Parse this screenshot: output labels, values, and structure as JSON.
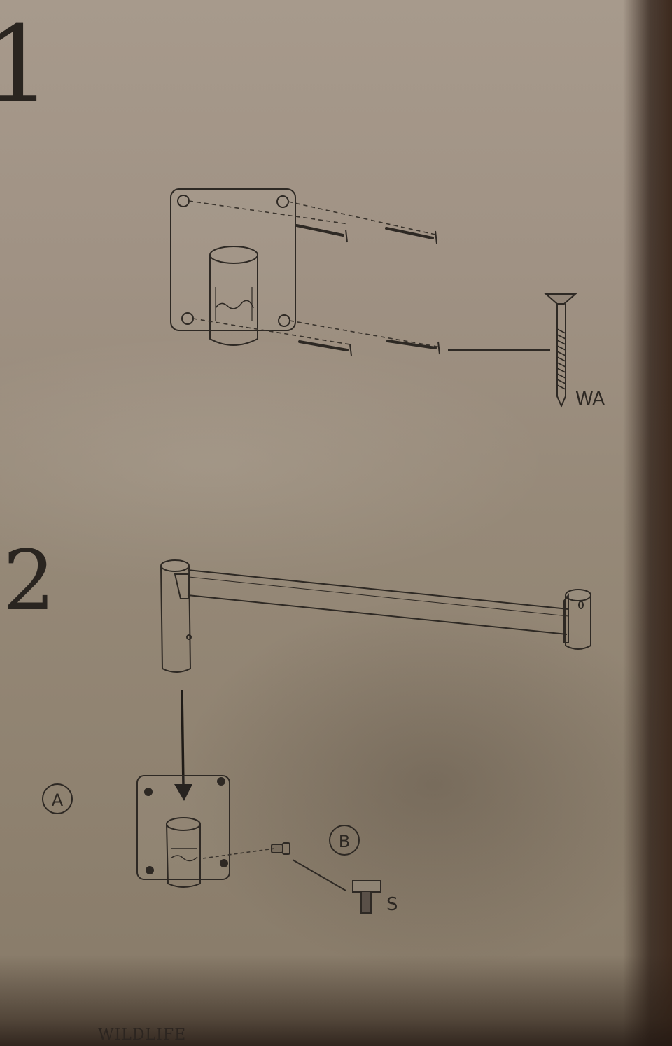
{
  "steps": [
    {
      "number": "1"
    },
    {
      "number": "2"
    }
  ],
  "parts": {
    "wall_screw": {
      "code": "WA"
    },
    "wall_plate": {
      "code": "A"
    },
    "bolt_callout": {
      "code": "B"
    },
    "set_screw": {
      "code": "S"
    }
  },
  "footer": {
    "brand_fragment": "WILDLIFE"
  },
  "icons": {
    "plate": "wall-mount-plate",
    "screw": "wood-screw",
    "arm": "swing-arm-bracket",
    "arrow": "down-arrow",
    "bolt": "hex-set-screw"
  }
}
